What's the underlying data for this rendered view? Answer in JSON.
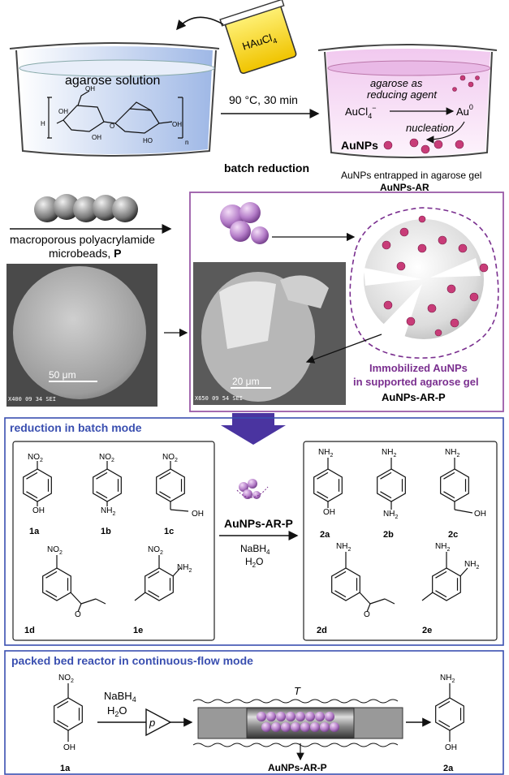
{
  "top": {
    "beaker_left_label": "agarose solution",
    "subscript_n": "n",
    "oh": "OH",
    "ho": "HO",
    "h_group": "H",
    "o": "O",
    "reagent": "HAuCl",
    "reagent_sub": "4",
    "conditions": "90 °C, 30 min",
    "step_label": "batch reduction",
    "right_reducing": "agarose as",
    "right_reducing2": "reducing agent",
    "aucl4": "AuCl",
    "aucl4_sub": "4",
    "aucl4_sup": "−",
    "au0": "Au",
    "au0_sup": "0",
    "nucleation": "nucleation",
    "aunps": "AuNPs",
    "caption1": "AuNPs entrapped in agarose gel",
    "caption2": "AuNPs-AR"
  },
  "middle": {
    "beads_label1": "macroporous polyacrylamide",
    "beads_label2": "microbeads, ",
    "beads_label_bold": "P",
    "sem1_scale": "50 μm",
    "sem1_info": "X400        09 34 SEI",
    "sem2_scale": "20 μm",
    "sem2_info": "X650        09 54 SEI",
    "immob1": "Immobilized AuNPs",
    "immob2": "in supported agarose gel",
    "immob3": "AuNPs-AR-P"
  },
  "batch": {
    "title": "reduction in batch mode",
    "no2": "NO",
    "no2_sub": "2",
    "nh2": "NH",
    "nh2_sub": "2",
    "oh": "OH",
    "catalyst": "AuNPs-AR-P",
    "nabh4": "NaBH",
    "nabh4_sub": "4",
    "h2o": "H",
    "h2o_sub": "2",
    "h2o_o": "O",
    "reactants": [
      "1a",
      "1b",
      "1c",
      "1d",
      "1e"
    ],
    "products": [
      "2a",
      "2b",
      "2c",
      "2d",
      "2e"
    ]
  },
  "flow": {
    "title": "packed bed reactor in continuous-flow mode",
    "reagent1": "NaBH",
    "reagent1_sub": "4",
    "reagent2": "H",
    "reagent2_sub": "2",
    "reagent2_o": "O",
    "pump": "p",
    "temp": "T",
    "catalyst": "AuNPs-AR-P",
    "reactant": "1a",
    "product": "2a",
    "no2": "NO",
    "no2_sub": "2",
    "nh2": "NH",
    "nh2_sub": "2",
    "oh": "OH"
  },
  "colors": {
    "accent_blue": "#3a4fb0",
    "purple": "#7a2f8f",
    "frame_purple": "#9a5aa8"
  }
}
